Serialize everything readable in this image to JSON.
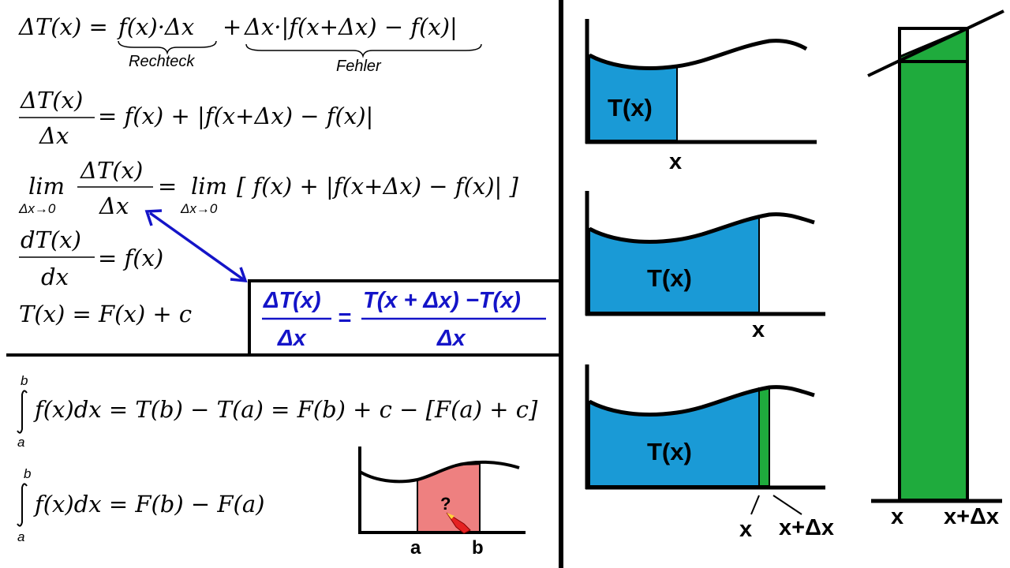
{
  "formulas": {
    "f1_lhs": "ΔT(x) =",
    "f1_term1": "f(x)·Δx",
    "f1_plus": "+",
    "f1_term2": "Δx·|f(x+Δx) − f(x)|",
    "f1_brace1_label": "Rechteck",
    "f1_brace2_label": "Fehler",
    "f2_num": "ΔT(x)",
    "f2_den": "Δx",
    "f2_rhs": "= f(x) + |f(x+Δx) − f(x)|",
    "f3_lim": "lim",
    "f3_sub": "Δx→0",
    "f3_num": "ΔT(x)",
    "f3_den": "Δx",
    "f3_eq": "=",
    "f3_lim2": "lim",
    "f3_sub2": "Δx→0",
    "f3_rhs": "[ f(x) + |f(x+Δx) − f(x)| ]",
    "f4_num": "dT(x)",
    "f4_den": "dx",
    "f4_rhs": "= f(x)",
    "f5": "T(x) = F(x) + c",
    "box_num": "ΔT(x)",
    "box_den": "Δx",
    "box_eq": "=",
    "box_rhs_num": "T(x + Δx) −T(x)",
    "box_rhs_den": "Δx",
    "int1_upper": "b",
    "int1_lower": "a",
    "int1_body": "f(x)dx = T(b) − T(a) = F(b) + c − [F(a) + c]",
    "int2_upper": "b",
    "int2_lower": "a",
    "int2_body": "f(x)dx = F(b) − F(a)"
  },
  "small_graph": {
    "label_a": "a",
    "label_b": "b",
    "question": "?"
  },
  "graphs": {
    "g1_area": "T(x)",
    "g1_x": "x",
    "g2_area": "T(x)",
    "g2_x": "x",
    "g3_area": "T(x)",
    "g3_x": "x",
    "g3_xdx": "x+Δx",
    "zoom_x": "x",
    "zoom_xdx": "x+Δx"
  },
  "colors": {
    "area_blue": "#1a9ad6",
    "strip_green": "#1fab3d",
    "region_red": "#ee8080",
    "arrow_blue": "#1414c8"
  }
}
